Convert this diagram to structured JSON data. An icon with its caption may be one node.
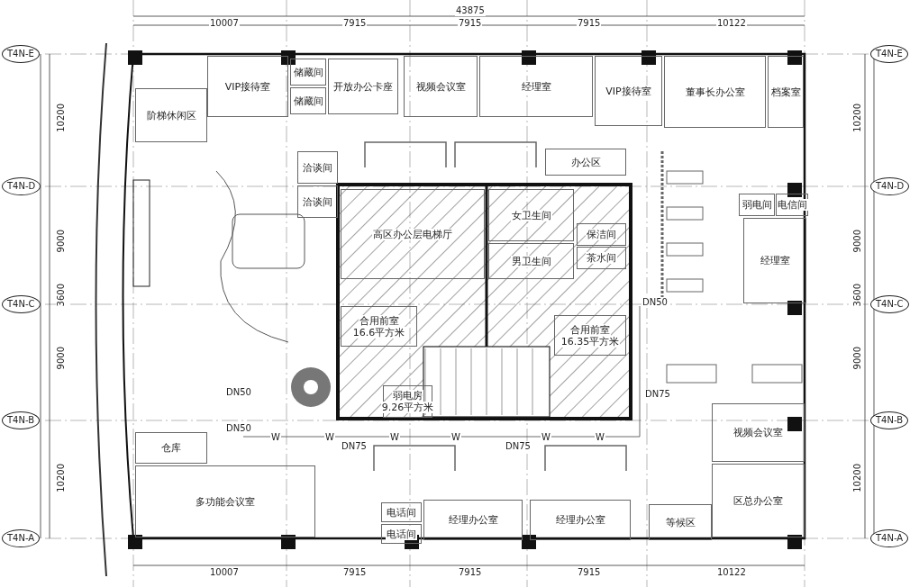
{
  "diagram": {
    "nodes": [
      {
        "text": [
          "VIP接待室"
        ]
      },
      {
        "text": [
          "储藏间"
        ]
      },
      {
        "text": [
          "储藏间"
        ]
      },
      {
        "text": [
          "开放办公卡座"
        ]
      },
      {
        "text": [
          "视频会议室"
        ]
      },
      {
        "text": [
          "经理室"
        ]
      },
      {
        "text": [
          "VIP接待室"
        ]
      },
      {
        "text": [
          "董事长办公室"
        ]
      },
      {
        "text": [
          "档案室"
        ]
      },
      {
        "text": [
          "阶梯休闲区"
        ]
      },
      {
        "text": [
          "洽谈间"
        ]
      },
      {
        "text": [
          "洽谈间"
        ]
      },
      {
        "text": [
          "高区办公层电梯厅"
        ]
      },
      {
        "text": [
          "女卫生间"
        ]
      },
      {
        "text": [
          "男卫生间"
        ]
      },
      {
        "text": [
          "保洁间"
        ]
      },
      {
        "text": [
          "茶水间"
        ]
      },
      {
        "text": [
          "合用前室",
          "16.6平方米"
        ]
      },
      {
        "text": [
          "合用前室",
          "16.35平方米"
        ]
      },
      {
        "text": [
          "弱电房",
          "9.26平方米"
        ]
      },
      {
        "text": [
          "办公区"
        ]
      },
      {
        "text": [
          "弱电间"
        ]
      },
      {
        "text": [
          "电信间"
        ]
      },
      {
        "text": [
          "经理室"
        ]
      },
      {
        "text": [
          "仓库"
        ]
      },
      {
        "text": [
          "多功能会议室"
        ]
      },
      {
        "text": [
          "电话间"
        ]
      },
      {
        "text": [
          "电话间"
        ]
      },
      {
        "text": [
          "经理办公室"
        ]
      },
      {
        "text": [
          "经理办公室"
        ]
      },
      {
        "text": [
          "等候区"
        ]
      },
      {
        "text": [
          "视频会议室"
        ]
      },
      {
        "text": [
          "区总办公室"
        ]
      }
    ],
    "labels": [
      "T4N-E",
      "T4N-D",
      "T4N-C",
      "T4N-B",
      "T4N-A",
      "T4N-E",
      "T4N-D",
      "T4N-C",
      "T4N-B",
      "T4N-A",
      "43875",
      "10007",
      "7915",
      "7915",
      "7915",
      "10122",
      "10007",
      "7915",
      "7915",
      "7915",
      "10122",
      "10200",
      "9000",
      "3600",
      "9000",
      "10200",
      "10200",
      "9000",
      "3600",
      "9000",
      "10200",
      "DN50",
      "DN50",
      "DN75",
      "DN75",
      "DN75",
      "DN50",
      "W",
      "W",
      "W",
      "W",
      "W",
      "W"
    ]
  }
}
